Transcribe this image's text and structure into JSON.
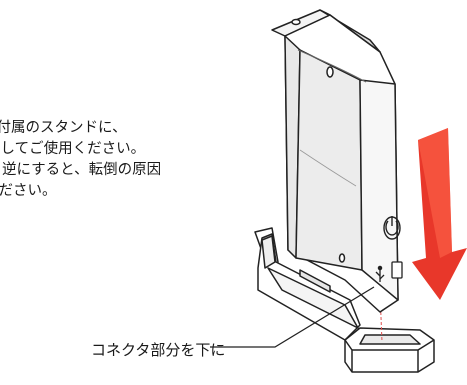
{
  "instruction": {
    "lines": [
      "、付属のスタンドに、",
      "置してご使用ください。",
      "逆にすると、転倒の原因",
      "ください。"
    ]
  },
  "callout": {
    "label": "コネクタ部分を下に"
  },
  "colors": {
    "arrow": "#e8372a",
    "outline": "#222222",
    "leader_dash": "#e05050"
  },
  "icons": {
    "power": "power-symbol-icon",
    "usb": "usb-symbol-icon"
  }
}
